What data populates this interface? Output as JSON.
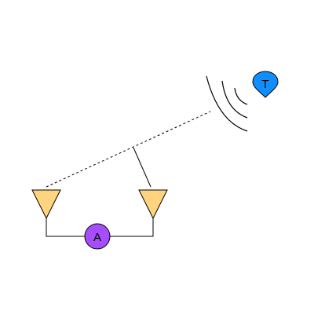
{
  "diagram": {
    "nodes": {
      "antenna_left": {
        "kind": "antenna",
        "fill": "#FFD47F",
        "stroke": "#000000"
      },
      "antenna_right": {
        "kind": "antenna",
        "fill": "#FFD47F",
        "stroke": "#000000"
      },
      "amplifier": {
        "label": "A",
        "fill": "#A64DFF",
        "stroke": "#000000"
      },
      "transmitter": {
        "label": "T",
        "fill": "#0F8FFF",
        "stroke": "#000000"
      },
      "signal_waves": {
        "kind": "wave-arcs",
        "count": 3,
        "stroke": "#000000"
      }
    },
    "edges": [
      {
        "from": "antenna_left",
        "to": "signal_waves",
        "style": "dashed"
      },
      {
        "from": "antenna_right",
        "to": "dashed-path",
        "style": "solid"
      },
      {
        "from": "antenna_left",
        "to": "amplifier",
        "style": "solid"
      },
      {
        "from": "amplifier",
        "to": "antenna_right",
        "style": "solid"
      }
    ]
  }
}
